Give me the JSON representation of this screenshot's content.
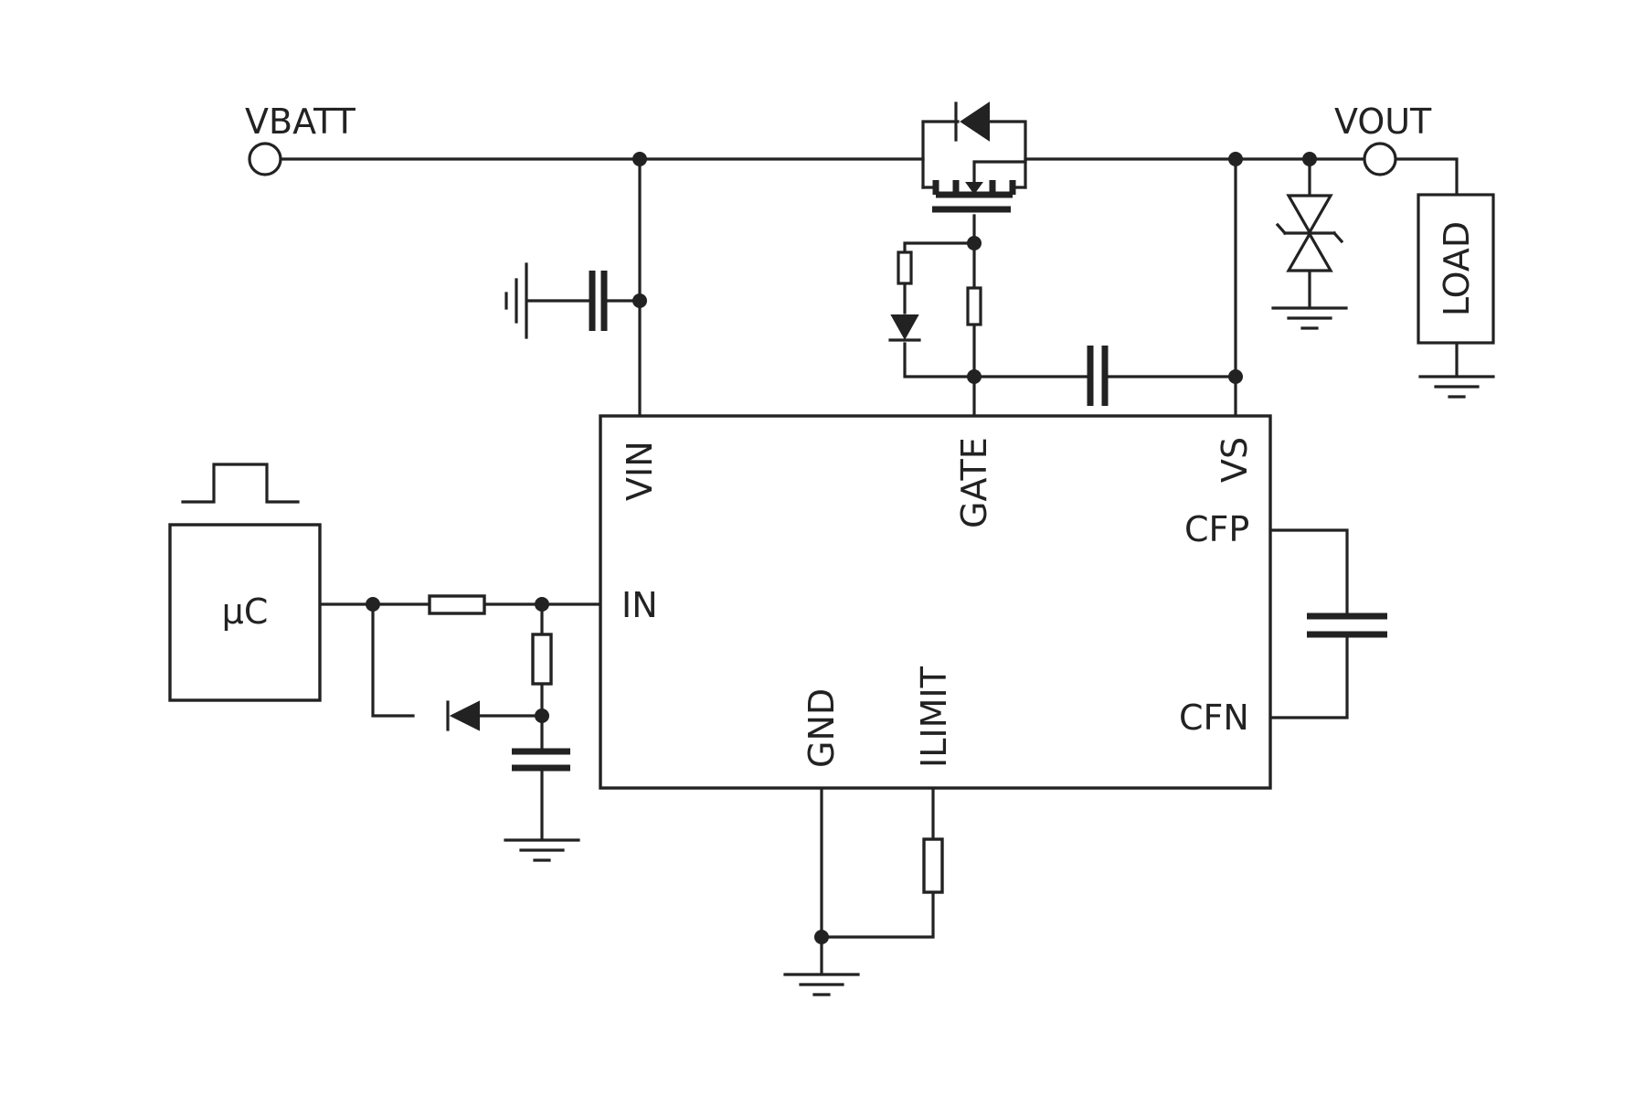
{
  "terminals": {
    "vbatt": "VBATT",
    "vout": "VOUT"
  },
  "load": {
    "label": "LOAD"
  },
  "controller": {
    "label": "µC"
  },
  "ic": {
    "pins": {
      "vin": "VIN",
      "gate": "GATE",
      "vs": "VS",
      "in": "IN",
      "cfp": "CFP",
      "cfn": "CFN",
      "gnd": "GND",
      "ilimit": "ILIMIT"
    }
  },
  "colors": {
    "ink": "#222222",
    "background": "#ffffff"
  }
}
